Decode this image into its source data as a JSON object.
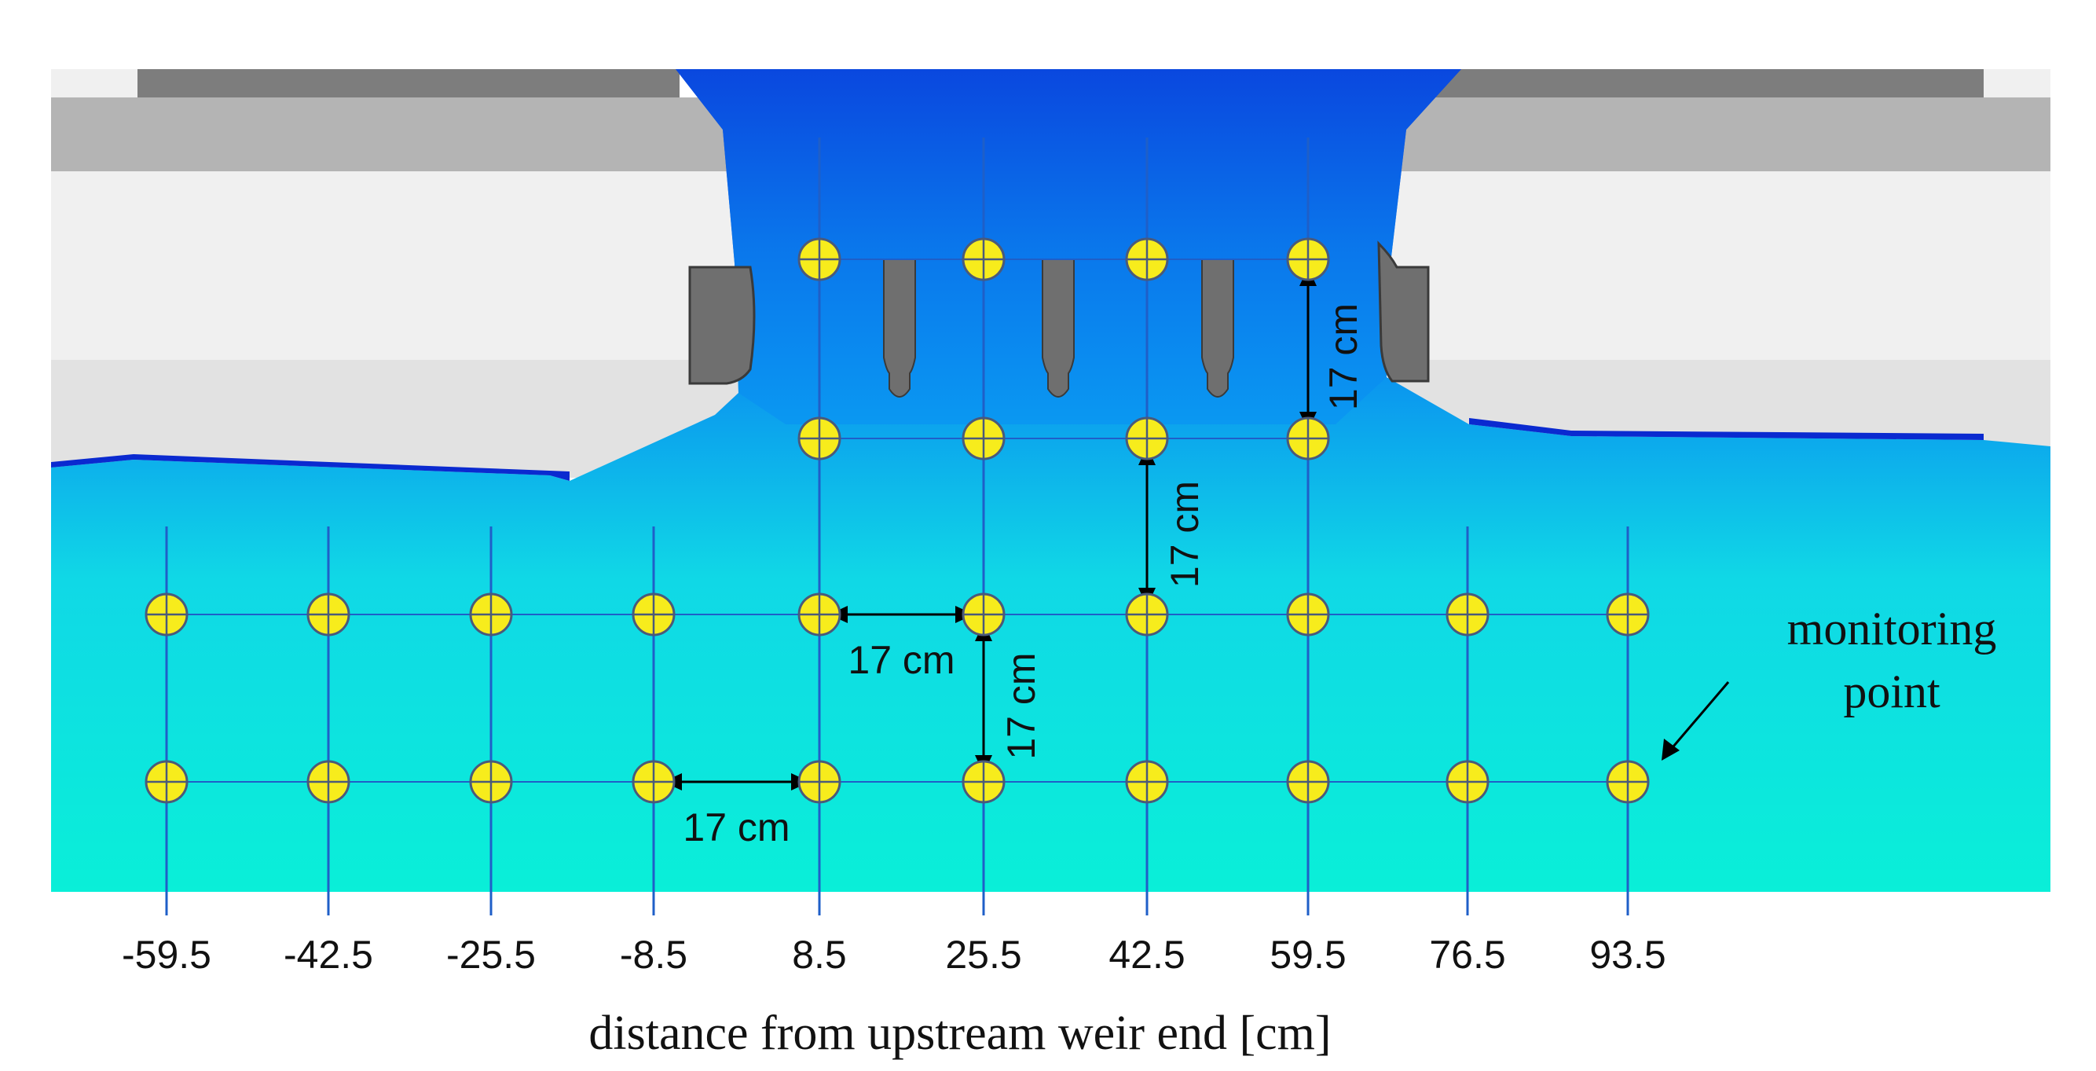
{
  "x_axis": {
    "label": "distance from upstream weir end [cm]",
    "ticks": [
      "-59.5",
      "-42.5",
      "-25.5",
      "-8.5",
      "8.5",
      "25.5",
      "42.5",
      "59.5",
      "76.5",
      "93.5"
    ]
  },
  "spacing_label": "17 cm",
  "annotation": {
    "line1": "monitoring",
    "line2": "point"
  },
  "colors": {
    "water_deep": "#0a3ad8",
    "water_mid": "#0a8ef0",
    "water_light": "#10e6dc",
    "weir_block": "#6f6f6f",
    "wall_light": "#f0f0f0",
    "wall_mid": "#b4b4b4",
    "wall_dark": "#7d7d7d",
    "grid_line": "#1f5fc8",
    "point_fill": "#f7ec1c",
    "point_stroke": "#4a5a7a"
  }
}
